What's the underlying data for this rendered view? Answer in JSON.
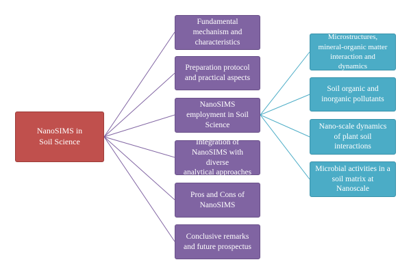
{
  "colors": {
    "root": "#c0504d",
    "primary_branch": "#8064a2",
    "secondary_branch": "#4bacc6",
    "connector_purple": "#8064a2",
    "connector_teal": "#4bacc6"
  },
  "root": {
    "label": "NanoSIMS in\nSoil Science"
  },
  "branches": [
    {
      "label": "Fundamental\nmechanism and\ncharacteristics"
    },
    {
      "label": "Preparation protocol\nand practical aspects"
    },
    {
      "label": "NanoSIMS\nemployment in Soil\nScience"
    },
    {
      "label": "Integration of\nNanoSIMS with diverse\nanalytical approaches"
    },
    {
      "label": "Pros and Cons of\nNanoSIMS"
    },
    {
      "label": "Conclusive remarks\nand future prospectus"
    }
  ],
  "sub_branches": [
    {
      "label": "Microstructures,\nmineral-organic matter\ninteraction and\ndynamics"
    },
    {
      "label": "Soil organic and\ninorganic pollutants"
    },
    {
      "label": "Nano-scale dynamics\nof plant soil\ninteractions"
    },
    {
      "label": "Microbial activities in a\nsoil matrix at\nNanoscale"
    }
  ]
}
